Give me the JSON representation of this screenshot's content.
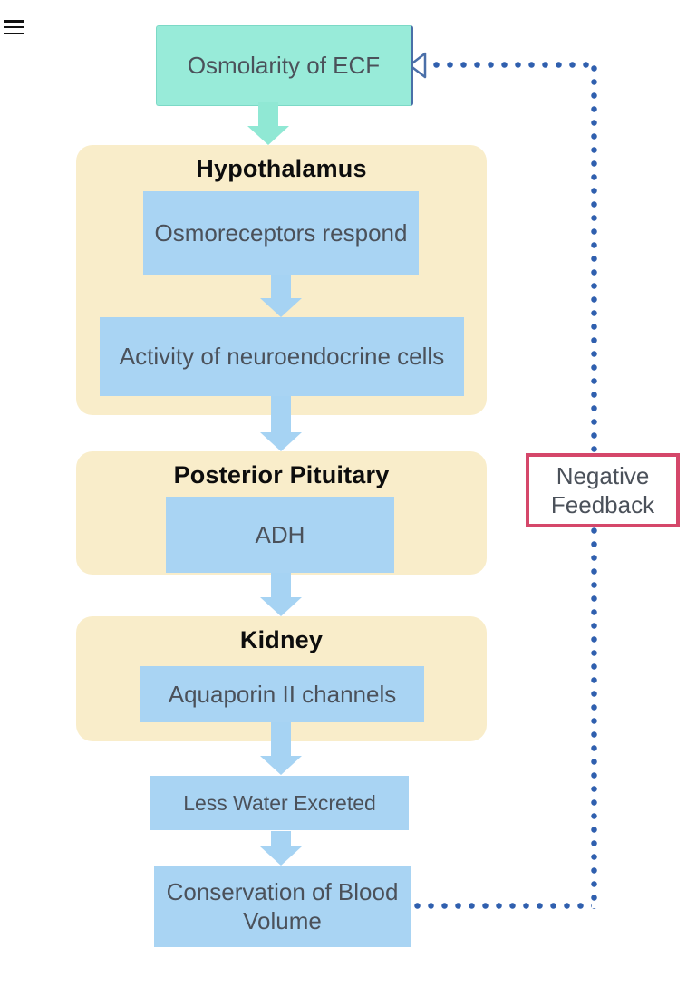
{
  "menu": {
    "hamburger_tooltip": "Menu"
  },
  "flowchart": {
    "stimulus": "Osmolarity of ECF",
    "groups": [
      {
        "title": "Hypothalamus",
        "steps": [
          "Osmoreceptors respond",
          "Activity of neuroendocrine cells"
        ]
      },
      {
        "title": "Posterior Pituitary",
        "steps": [
          "ADH"
        ]
      },
      {
        "title": "Kidney",
        "steps": [
          "Aquaporin II channels"
        ]
      }
    ],
    "outcomes": [
      "Less Water Excreted",
      "Conservation of Blood Volume"
    ],
    "feedback": {
      "line1": "Negative",
      "line2": "Feedback"
    }
  },
  "colors": {
    "teal_fill": "#98ebd9",
    "teal_arrow": "#90e8d4",
    "group_fill": "#f9edca",
    "step_fill": "#a9d4f3",
    "step_arrow": "#a6d3f3",
    "dot_blue": "#2f5fae",
    "arrowhead_outline": "#4a6fa8",
    "feedback_border": "#d5476a",
    "text_dark": "#4b515a"
  }
}
